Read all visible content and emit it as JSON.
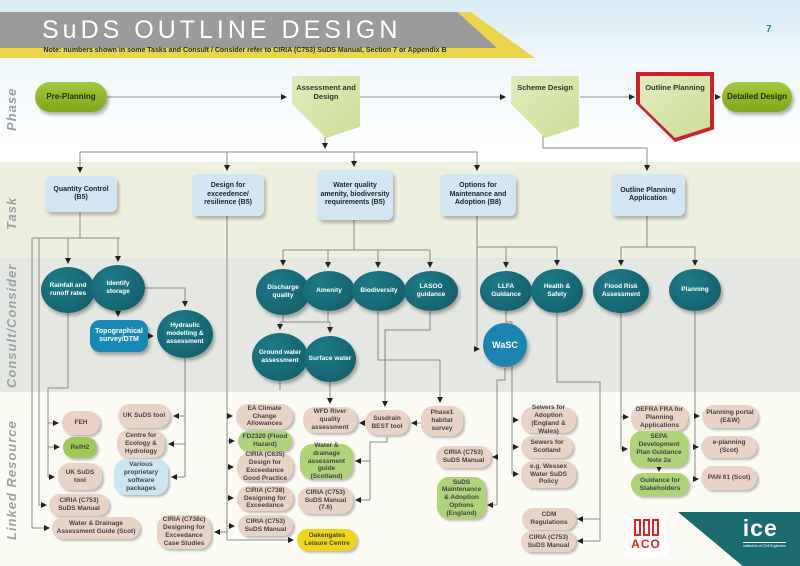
{
  "header": {
    "title": "SuDS OUTLINE DESIGN",
    "note": "Note: numbers shown in some Tasks and Consult / Consider refer to CIRIA (C753) SuDS Manual, Section 7 or Appendix B",
    "page_number": "7"
  },
  "row_labels": {
    "phase": "Phase",
    "task": "Task",
    "consult": "Consult/Consider",
    "linked": "Linked Resource"
  },
  "phase": {
    "pre_planning": "Pre-Planning",
    "assessment_design": "Assessment and Design",
    "scheme_design": "Scheme Design",
    "outline_planning": "Outline Planning",
    "detailed_design": "Detailed Design"
  },
  "tasks": {
    "quantity": "Quantity Control (B5)",
    "exceedence": "Design for exceedence/ resilience (B5)",
    "water_quality": "Water quality amenity, biodiversity requirements (B5)",
    "maintenance": "Options for Maintenance and Adoption (B8)",
    "outline_application": "Outline Planning Application"
  },
  "consult": {
    "rainfall": "Rainfall and runoff rates",
    "identify_storage": "Identify storage",
    "topographical": "Topographical survey/DTM",
    "hydraulic": "Hydraulic modelling & assessment",
    "discharge": "Discharge quality",
    "amenity": "Amenity",
    "biodiversity": "Biodiversity",
    "lasoo": "LASOO guidance",
    "groundwater": "Ground water assessment",
    "surfacewater": "Surface water",
    "llfa": "LLFA Guidance",
    "wasc": "WaSC",
    "health_safety": "Health & Safety",
    "flood_risk": "Flood Risk Assessment",
    "planning": "Planning"
  },
  "resources": {
    "feh": "FEH",
    "refh2": "RefH2",
    "uksuds_a": "UK SuDS tool",
    "c753_a": "CIRIA (C753) SuDS Manual",
    "wd_guide_scot": "Water & Drainage Assessment Guide (Scot)",
    "uksuds_b": "UK SuDS tool",
    "ceh": "Centre for Ecology & Hydrology",
    "software": "Various proprietary software packages",
    "c738c": "CIRIA (C738c) Designing for Exceedance Case Studies",
    "ea_climate": "EA Climate Change Allowances",
    "fd2320": "FD2320 (Flood Hazard)",
    "c635": "CIRIA (C635) Design for Exceedance Good Practice",
    "c738": "CIRIA (C738) Designing for Exceedance",
    "c753_b": "CIRIA (C753) SuDS Manual",
    "wfd": "WFD River quality assessment",
    "wd_guide_scotland": "Water & drainage assessment guide (Scotland)",
    "c753_76": "CIRIA (C753) SuDS Manual (7.6)",
    "oakengates": "Oakengates Leisure Centre",
    "susdrain": "Susdrain BEST tool",
    "phase1": "Phase1 habitat survey",
    "c753_c": "CIRIA (C753) SuDS Manual",
    "suds_maint": "SuDS Maintenance & Adoption Options (England)",
    "sewers_adoption": "Sewers for Adoption (England & Wales)",
    "sewers_scotland": "Sewers for Scotland",
    "wessex": "e.g. Wessex Water SuDS Policy",
    "cdm": "CDM Regulations",
    "c753_d": "CIRIA (C753) SuDS Manual",
    "defra": "DEFRA  FRA for Planning Applications",
    "sepa": "SEPA Development Plan Guidance Note 2a",
    "stakeholders": "Guidance for Stakeholders",
    "planning_portal": "Planning portal (E&W)",
    "eplanning": "e-planning (Scot)",
    "pan61": "PAN 61 (Scot)"
  },
  "logos": {
    "aco": "ACO",
    "ice": "ice",
    "ice_sub": "Institution of Civil Engineers"
  },
  "colors": {
    "banner_gray": "#9b9b9b",
    "banner_yellow": "#e9d44c",
    "phase_green": "#8ab31e",
    "flag_green": "#d9e6ac",
    "highlight_red": "#cf2030",
    "task_blue": "#d3e6f3",
    "consult_teal": "#156a74",
    "wasc_blue": "#1d84b2",
    "resource_tan": "#e9d3c7",
    "resource_green": "#aed379",
    "resource_blue": "#c9e6f2",
    "resource_yellow": "#f2d41d",
    "ice_teal": "#1a6b70",
    "aco_red": "#e2231a"
  }
}
